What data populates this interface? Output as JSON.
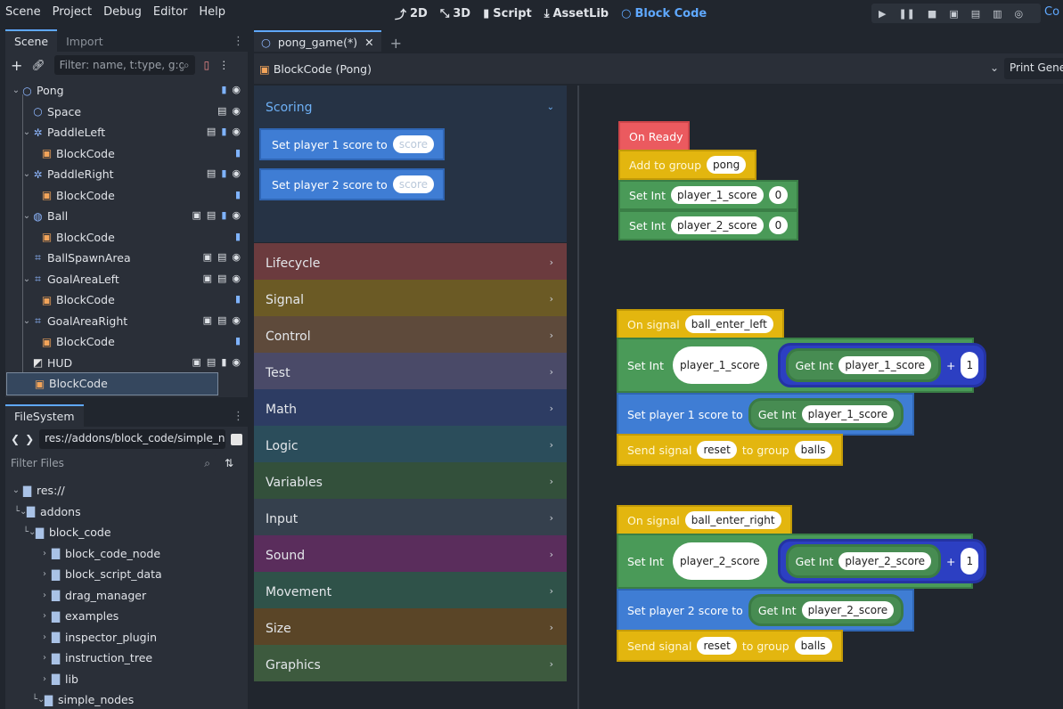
{
  "menu": [
    "Scene",
    "Project",
    "Debug",
    "Editor",
    "Help"
  ],
  "workspaces": [
    {
      "icon": "2d-icon",
      "label": "2D"
    },
    {
      "icon": "3d-icon",
      "label": "3D"
    },
    {
      "icon": "script-icon",
      "label": "Script"
    },
    {
      "icon": "assetlib-icon",
      "label": "AssetLib"
    },
    {
      "icon": "blockcode-icon",
      "label": "Block Code"
    }
  ],
  "topright": "Co",
  "scene_dock": {
    "tabs": [
      "Scene",
      "Import"
    ],
    "filter_placeholder": "Filter: name, t:type, g:gr",
    "tree": [
      {
        "label": "Pong",
        "depth": 0
      },
      {
        "label": "Space",
        "depth": 1
      },
      {
        "label": "PaddleLeft",
        "depth": 1
      },
      {
        "label": "BlockCode",
        "depth": 2
      },
      {
        "label": "PaddleRight",
        "depth": 1
      },
      {
        "label": "BlockCode",
        "depth": 2
      },
      {
        "label": "Ball",
        "depth": 1
      },
      {
        "label": "BlockCode",
        "depth": 2
      },
      {
        "label": "BallSpawnArea",
        "depth": 1
      },
      {
        "label": "GoalAreaLeft",
        "depth": 1
      },
      {
        "label": "BlockCode",
        "depth": 2
      },
      {
        "label": "GoalAreaRight",
        "depth": 1
      },
      {
        "label": "BlockCode",
        "depth": 2
      },
      {
        "label": "HUD",
        "depth": 1
      },
      {
        "label": "BlockCode",
        "depth": 1
      }
    ]
  },
  "filesystem": {
    "tab": "FileSystem",
    "path": "res://addons/block_code/simple_no",
    "filter_placeholder": "Filter Files",
    "items": [
      {
        "label": "res://",
        "depth": 0
      },
      {
        "label": "addons",
        "depth": 1
      },
      {
        "label": "block_code",
        "depth": 2
      },
      {
        "label": "block_code_node",
        "depth": 3
      },
      {
        "label": "block_script_data",
        "depth": 3
      },
      {
        "label": "drag_manager",
        "depth": 3
      },
      {
        "label": "examples",
        "depth": 3
      },
      {
        "label": "inspector_plugin",
        "depth": 3
      },
      {
        "label": "instruction_tree",
        "depth": 3
      },
      {
        "label": "lib",
        "depth": 3
      },
      {
        "label": "simple_nodes",
        "depth": 3
      }
    ]
  },
  "editor": {
    "tab": "pong_game(*)",
    "header": "BlockCode (Pong)",
    "print_button": "Print Gener"
  },
  "picker": {
    "scoring": {
      "title": "Scoring",
      "blocks": [
        {
          "text": "Set player 1 score to",
          "slot": "score"
        },
        {
          "text": "Set player 2 score to",
          "slot": "score"
        }
      ]
    },
    "categories": [
      {
        "label": "Lifecycle",
        "color": "#6b3b3e"
      },
      {
        "label": "Signal",
        "color": "#6b5a25"
      },
      {
        "label": "Control",
        "color": "#5e4a3b"
      },
      {
        "label": "Test",
        "color": "#4a4a68"
      },
      {
        "label": "Math",
        "color": "#2d3c63"
      },
      {
        "label": "Logic",
        "color": "#2b4d5b"
      },
      {
        "label": "Variables",
        "color": "#33503b"
      },
      {
        "label": "Input",
        "color": "#35404d"
      },
      {
        "label": "Sound",
        "color": "#5a2d5c"
      },
      {
        "label": "Movement",
        "color": "#2f5249"
      },
      {
        "label": "Size",
        "color": "#5a4527"
      },
      {
        "label": "Graphics",
        "color": "#3d5a3e"
      }
    ]
  },
  "canvas": {
    "group1": {
      "on_ready": "On Ready",
      "add_group": "Add to group",
      "group_name": "pong",
      "set_int": "Set Int",
      "var1": "player_1_score",
      "var2": "player_2_score",
      "zero": "0"
    },
    "left": {
      "on_signal": "On signal",
      "signal": "ball_enter_left",
      "set_int": "Set Int",
      "var": "player_1_score",
      "get_int": "Get Int",
      "plus": "+",
      "one": "1",
      "set_score": "Set player 1 score to",
      "send_signal": "Send signal",
      "reset": "reset",
      "to_group": "to group",
      "balls": "balls"
    },
    "right": {
      "on_signal": "On signal",
      "signal": "ball_enter_right",
      "set_int": "Set Int",
      "var": "player_2_score",
      "get_int": "Get Int",
      "plus": "+",
      "one": "1",
      "set_score": "Set player 2 score to",
      "send_signal": "Send signal",
      "reset": "reset",
      "to_group": "to group",
      "balls": "balls"
    }
  }
}
